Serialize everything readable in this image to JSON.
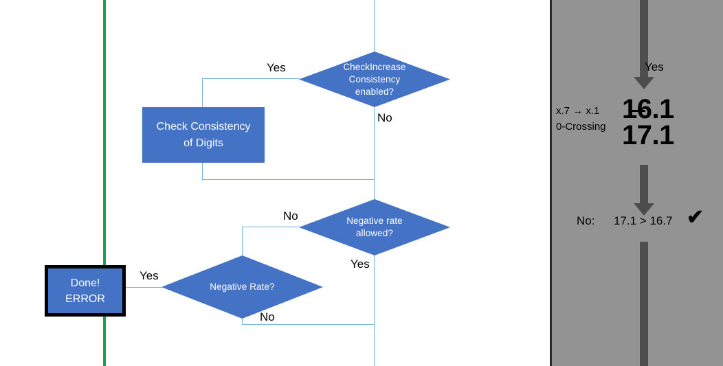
{
  "flowchart": {
    "nodes": {
      "check_increase_consistency": {
        "label_line1": "CheckIncrease",
        "label_line2": "Consistency",
        "label_line3": "enabled?",
        "shape": "decision"
      },
      "check_consistency_of_digits": {
        "label_line1": "Check Consistency",
        "label_line2": "of Digits",
        "shape": "process"
      },
      "negative_rate_allowed": {
        "label_line1": "Negative rate",
        "label_line2": "allowed?",
        "shape": "decision"
      },
      "negative_rate": {
        "label_line1": "Negative Rate?",
        "shape": "decision"
      },
      "done_error": {
        "label_line1": "Done!",
        "label_line2": "ERROR",
        "shape": "terminator"
      }
    },
    "edge_labels": {
      "check_increase_yes": "Yes",
      "check_increase_no": "No",
      "negative_rate_allowed_no": "No",
      "negative_rate_allowed_yes": "Yes",
      "negative_rate_yes": "Yes",
      "negative_rate_no": "No"
    },
    "colors": {
      "node_fill": "#4472C4",
      "connector": "#7FAFDB",
      "rail_green": "#16A05A",
      "terminator_border": "#000000"
    }
  },
  "annotation_panel": {
    "background": "#939393",
    "arrow_color": "#4d4d4d",
    "branch_label": "Yes",
    "rounding_note_line1": "x.7 → x.1",
    "rounding_note_line2": "0-Crossing",
    "value_struck": "16.1",
    "value_result": "17.1",
    "decision_label": "No:",
    "comparison": "17.1 > 16.7",
    "check_mark": "✔"
  }
}
